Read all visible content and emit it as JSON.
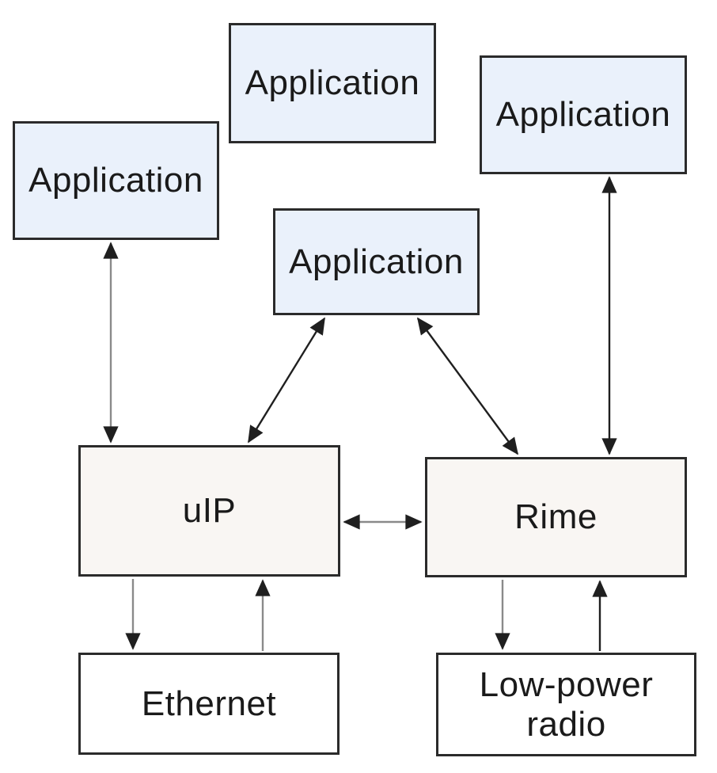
{
  "colors": {
    "app-fill": "#eaf1fb",
    "stack-fill": "#f9f6f3",
    "driver-fill": "#ffffff",
    "border": "#2b2b2b",
    "text": "#1a1a1a",
    "arrow-dark": "#1f1f1f",
    "arrow-gray": "#8a8a8a"
  },
  "nodes": [
    {
      "id": "application-top",
      "label": "Application"
    },
    {
      "id": "application-right",
      "label": "Application"
    },
    {
      "id": "application-left",
      "label": "Application"
    },
    {
      "id": "application-center",
      "label": "Application"
    },
    {
      "id": "uip",
      "label": "uIP"
    },
    {
      "id": "rime",
      "label": "Rime"
    },
    {
      "id": "ethernet",
      "label": "Ethernet"
    },
    {
      "id": "low-power-radio",
      "label": "Low-power radio"
    }
  ],
  "edges": [
    {
      "from": "Application (left)",
      "to": "uIP",
      "direction": "both"
    },
    {
      "from": "Application (center)",
      "to": "uIP",
      "direction": "both"
    },
    {
      "from": "Application (center)",
      "to": "Rime",
      "direction": "both"
    },
    {
      "from": "Application (right)",
      "to": "Rime",
      "direction": "both"
    },
    {
      "from": "uIP",
      "to": "Rime",
      "direction": "both"
    },
    {
      "from": "uIP",
      "to": "Ethernet",
      "direction": "down"
    },
    {
      "from": "Ethernet",
      "to": "uIP",
      "direction": "up"
    },
    {
      "from": "Rime",
      "to": "Low-power radio",
      "direction": "down"
    },
    {
      "from": "Low-power radio",
      "to": "Rime",
      "direction": "up"
    }
  ]
}
